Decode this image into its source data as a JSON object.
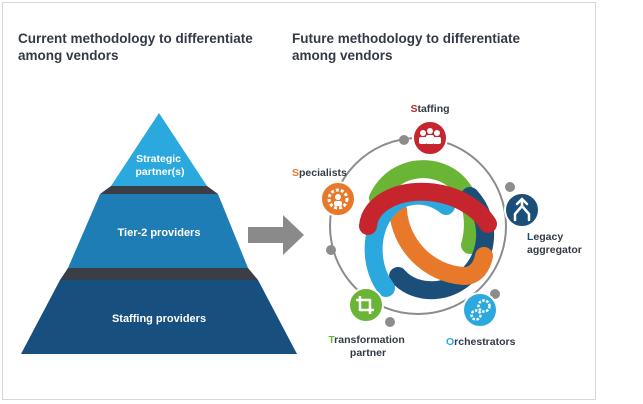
{
  "headings": {
    "current": "Current methodology to differentiate among vendors",
    "future": "Future methodology to differentiate among vendors"
  },
  "pyramid": {
    "tiers": [
      {
        "line1": "Strategic",
        "line2": "partner(s)",
        "color": "#2ba9de"
      },
      {
        "line1": "Tier-2 providers",
        "color": "#1f7db5"
      },
      {
        "line1": "Staffing providers",
        "color": "#17507e"
      }
    ]
  },
  "cycle": {
    "nodes": [
      {
        "initial": "S",
        "rest": "taffing",
        "initial_color": "#c7252e",
        "icon": "people-icon",
        "color": "#c7252e"
      },
      {
        "initial": "S",
        "rest": "pecialists",
        "initial_color": "#e8792a",
        "icon": "gear-person-icon",
        "color": "#e8792a"
      },
      {
        "initial": "L",
        "rest": "egacy",
        "line2": "aggregator",
        "initial_color": "#1b4f7a",
        "icon": "merge-arrow-icon",
        "color": "#1b4f7a"
      },
      {
        "initial": "O",
        "rest": "rchestrators",
        "initial_color": "#2ba9de",
        "icon": "gears-icon",
        "color": "#2ba9de"
      },
      {
        "initial": "T",
        "rest": "ransformation",
        "line2": "partner",
        "initial_color": "#6ab536",
        "icon": "crop-icon",
        "color": "#6ab536"
      }
    ]
  }
}
